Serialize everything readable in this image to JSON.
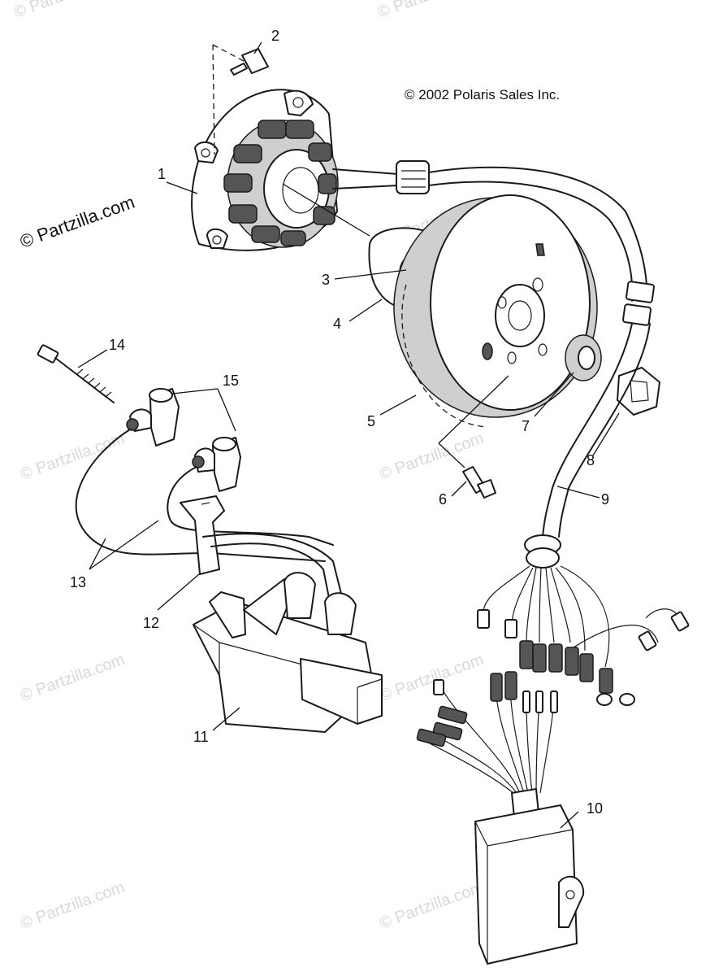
{
  "copyright": "© 2002 Polaris Sales Inc.",
  "watermark_primary": "© Partzilla.com",
  "watermark_faint": "© Partzilla.com",
  "callouts": [
    "1",
    "2",
    "3",
    "4",
    "5",
    "6",
    "7",
    "8",
    "9",
    "10",
    "11",
    "12",
    "13",
    "14",
    "15"
  ]
}
